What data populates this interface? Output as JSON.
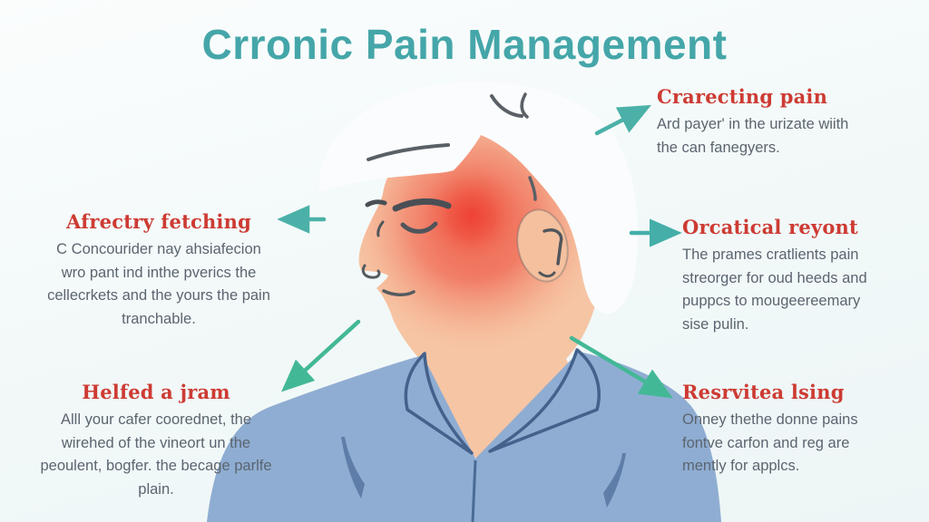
{
  "title": "Crronic Pain Management",
  "callouts": {
    "top_right": {
      "heading": "Crarecting pain",
      "body": "Ard payer' in the urizate wiith the can fanegyers."
    },
    "left": {
      "heading": "Afrectry fetching",
      "body": "C Concourider nay ahsiafecion wro pant ind inthe pverics the cellecrkets and the yours the pain tranchable."
    },
    "right": {
      "heading": "Orcatical reyont",
      "body": "The prames cratlients pain streorger for oud heeds and puppcs to mougeereemary sise pulin."
    },
    "bottom_left": {
      "heading": "Helfed a jram",
      "body": "Alll your cafer coorednet, the wirehed of the vineort un the peoulent, bogfer. the becage parlfe plain."
    },
    "bottom_right": {
      "heading": "Resrvitea lsing",
      "body": "Onney thethe donne pains fontve carfon and reg are mently for applcs."
    }
  },
  "figure": {
    "subject": "elderly man in profile facing left, eyes closed, white hair, blue collared shirt",
    "pain_area": "red radial glow on temple and cheek"
  },
  "arrows": [
    {
      "name": "arrow-to-top-right-callout",
      "direction": "up-right"
    },
    {
      "name": "arrow-to-left-callout",
      "direction": "left"
    },
    {
      "name": "arrow-to-right-callout",
      "direction": "right"
    },
    {
      "name": "arrow-to-bottom-left-callout",
      "direction": "down-left"
    },
    {
      "name": "arrow-to-bottom-right-callout",
      "direction": "down-right"
    }
  ],
  "colors": {
    "title_teal": "#45a6a9",
    "heading_red": "#cd3b33",
    "body_text": "#5b6570",
    "arrow_teal": "#4bb1a1",
    "arrow_green": "#43b896",
    "skin": "#f6c5a4",
    "pain_red": "#ef4b3c",
    "hair_white": "#fafcfd",
    "shirt_blue": "#8fadd2",
    "shirt_line": "#46648f",
    "background": "#f3f9f9"
  }
}
